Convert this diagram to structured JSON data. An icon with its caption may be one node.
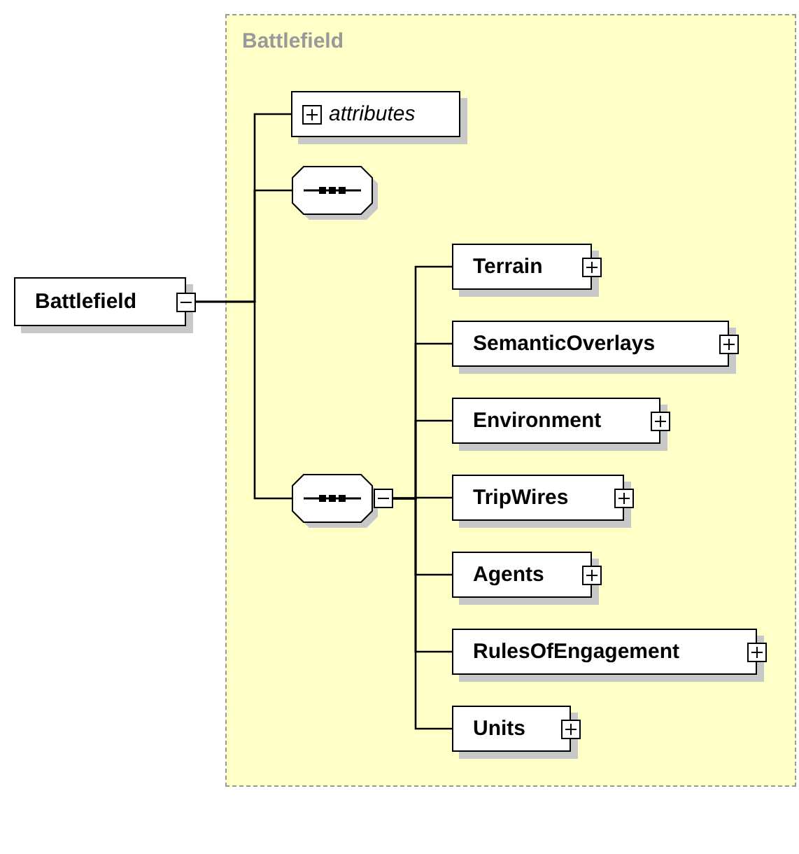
{
  "diagram": {
    "nodes": [
      {
        "text": [
          "Battlefield"
        ]
      },
      {
        "text": [
          "Battlefield"
        ]
      },
      {
        "text": [
          "attributes"
        ],
        "in": 1
      },
      {
        "text": [],
        "shape": "octagon",
        "in": 1
      },
      {
        "text": [],
        "shape": "octagon",
        "in": 1
      },
      {
        "text": [
          "Terrain"
        ],
        "in": 1
      },
      {
        "text": [
          "SemanticOverlays"
        ],
        "in": 1
      },
      {
        "text": [
          "Environment"
        ],
        "in": 1
      },
      {
        "text": [
          "TripWires"
        ],
        "in": 1
      },
      {
        "text": [
          "Agents"
        ],
        "in": 1
      },
      {
        "text": [
          "RulesOfEngagement"
        ],
        "in": 1
      },
      {
        "text": [
          "Units"
        ],
        "in": 1
      }
    ],
    "edges": [
      {
        "from": 0,
        "to": 2,
        "arrow": "none"
      },
      {
        "from": 0,
        "to": 3,
        "arrow": "none"
      },
      {
        "from": 0,
        "to": 4,
        "arrow": "none"
      },
      {
        "from": 4,
        "to": 5,
        "arrow": "none"
      },
      {
        "from": 4,
        "to": 6,
        "arrow": "none"
      },
      {
        "from": 4,
        "to": 7,
        "arrow": "none"
      },
      {
        "from": 4,
        "to": 8,
        "arrow": "none"
      },
      {
        "from": 4,
        "to": 9,
        "arrow": "none"
      },
      {
        "from": 4,
        "to": 10,
        "arrow": "none"
      },
      {
        "from": 4,
        "to": 11,
        "arrow": "none"
      }
    ]
  }
}
